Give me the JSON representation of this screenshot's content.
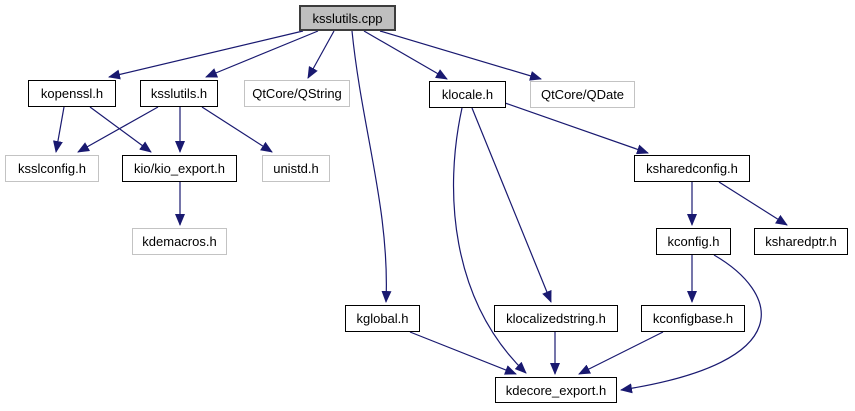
{
  "graph": {
    "kind": "include-dependency-graph",
    "root": "ksslutils.cpp"
  },
  "colors": {
    "edge": "#191970",
    "root_fill": "#bfbfbf",
    "root_border": "#3d3d3d",
    "node_fill": "#ffffff",
    "node_border": "#000000",
    "external_border": "#c3c3c3",
    "text": "#000000",
    "background": "#ffffff"
  },
  "nodes": [
    {
      "id": "ksslutils-cpp",
      "label": "ksslutils.cpp",
      "kind": "root"
    },
    {
      "id": "kopenssl-h",
      "label": "kopenssl.h",
      "kind": "internal"
    },
    {
      "id": "ksslutils-h",
      "label": "ksslutils.h",
      "kind": "internal"
    },
    {
      "id": "qtcore-qstring",
      "label": "QtCore/QString",
      "kind": "external"
    },
    {
      "id": "klocale-h",
      "label": "klocale.h",
      "kind": "internal"
    },
    {
      "id": "qtcore-qdate",
      "label": "QtCore/QDate",
      "kind": "external"
    },
    {
      "id": "ksslconfig-h",
      "label": "ksslconfig.h",
      "kind": "external"
    },
    {
      "id": "kio-kio-export-h",
      "label": "kio/kio_export.h",
      "kind": "internal"
    },
    {
      "id": "unistd-h",
      "label": "unistd.h",
      "kind": "external"
    },
    {
      "id": "kdemacros-h",
      "label": "kdemacros.h",
      "kind": "external"
    },
    {
      "id": "ksharedconfig-h",
      "label": "ksharedconfig.h",
      "kind": "internal"
    },
    {
      "id": "kconfig-h",
      "label": "kconfig.h",
      "kind": "internal"
    },
    {
      "id": "ksharedptr-h",
      "label": "ksharedptr.h",
      "kind": "internal"
    },
    {
      "id": "kglobal-h",
      "label": "kglobal.h",
      "kind": "internal"
    },
    {
      "id": "klocalizedstring-h",
      "label": "klocalizedstring.h",
      "kind": "internal"
    },
    {
      "id": "kconfigbase-h",
      "label": "kconfigbase.h",
      "kind": "internal"
    },
    {
      "id": "kdecore-export-h",
      "label": "kdecore_export.h",
      "kind": "internal"
    }
  ],
  "edges": [
    {
      "from": "ksslutils.cpp",
      "to": "kopenssl.h"
    },
    {
      "from": "ksslutils.cpp",
      "to": "ksslutils.h"
    },
    {
      "from": "ksslutils.cpp",
      "to": "QtCore/QString"
    },
    {
      "from": "ksslutils.cpp",
      "to": "klocale.h"
    },
    {
      "from": "ksslutils.cpp",
      "to": "QtCore/QDate"
    },
    {
      "from": "ksslutils.cpp",
      "to": "kglobal.h"
    },
    {
      "from": "kopenssl.h",
      "to": "ksslconfig.h"
    },
    {
      "from": "kopenssl.h",
      "to": "kio/kio_export.h"
    },
    {
      "from": "ksslutils.h",
      "to": "ksslconfig.h"
    },
    {
      "from": "ksslutils.h",
      "to": "kio/kio_export.h"
    },
    {
      "from": "ksslutils.h",
      "to": "unistd.h"
    },
    {
      "from": "kio/kio_export.h",
      "to": "kdemacros.h"
    },
    {
      "from": "klocale.h",
      "to": "ksharedconfig.h"
    },
    {
      "from": "klocale.h",
      "to": "klocalizedstring.h"
    },
    {
      "from": "klocale.h",
      "to": "kdecore_export.h"
    },
    {
      "from": "ksharedconfig.h",
      "to": "kconfig.h"
    },
    {
      "from": "ksharedconfig.h",
      "to": "ksharedptr.h"
    },
    {
      "from": "kconfig.h",
      "to": "kconfigbase.h"
    },
    {
      "from": "kconfig.h",
      "to": "kdecore_export.h"
    },
    {
      "from": "kglobal.h",
      "to": "kdecore_export.h"
    },
    {
      "from": "klocalizedstring.h",
      "to": "kdecore_export.h"
    },
    {
      "from": "kconfigbase.h",
      "to": "kdecore_export.h"
    }
  ]
}
